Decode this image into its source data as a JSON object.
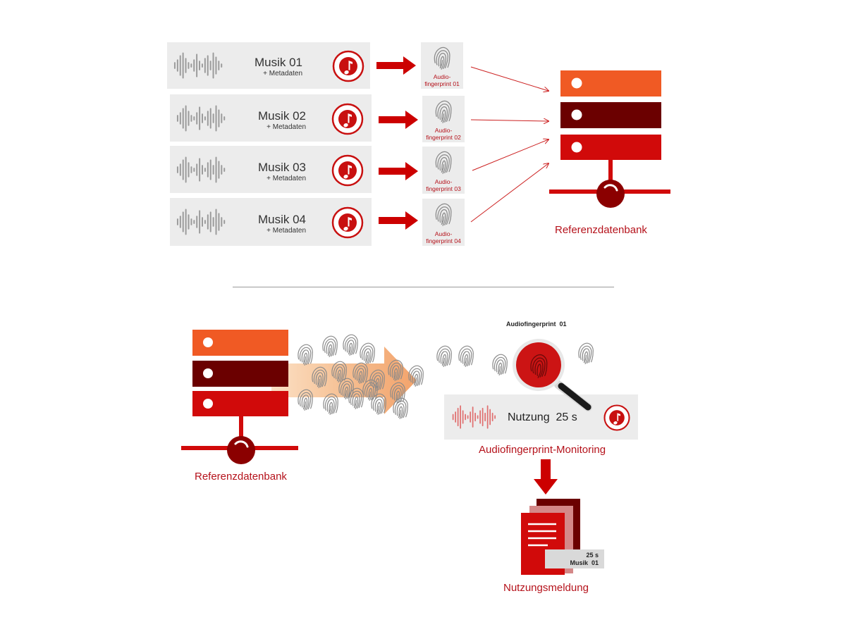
{
  "tracks": [
    {
      "title": "Musik 01",
      "meta": "+ Metadaten",
      "fp_line1": "Audio-",
      "fp_line2": "fingerprint 01"
    },
    {
      "title": "Musik 02",
      "meta": "+ Metadaten",
      "fp_line1": "Audio-",
      "fp_line2": "fingerprint 02"
    },
    {
      "title": "Musik 03",
      "meta": "+ Metadaten",
      "fp_line1": "Audio-",
      "fp_line2": "fingerprint 03"
    },
    {
      "title": "Musik 04",
      "meta": "+ Metadaten",
      "fp_line1": "Audio-",
      "fp_line2": "fingerprint 04"
    }
  ],
  "top": {
    "database_label": "Referenzdatenbank"
  },
  "bottom": {
    "database_label": "Referenzdatenbank",
    "fingerprint_title": "Audiofingerprint  01",
    "usage_text": "Nutzung  25 s",
    "monitoring_label": "Audiofingerprint-Monitoring",
    "report_line1": "25 s",
    "report_line2": "Musik  01",
    "report_label": "Nutzungsmeldung"
  },
  "colors": {
    "orange": "#f05a24",
    "dark_red": "#6b0000",
    "red": "#d10a0a",
    "caption_red": "#b5121b",
    "wave_gray": "#9a9a9a",
    "panel_gray": "#ececec"
  }
}
